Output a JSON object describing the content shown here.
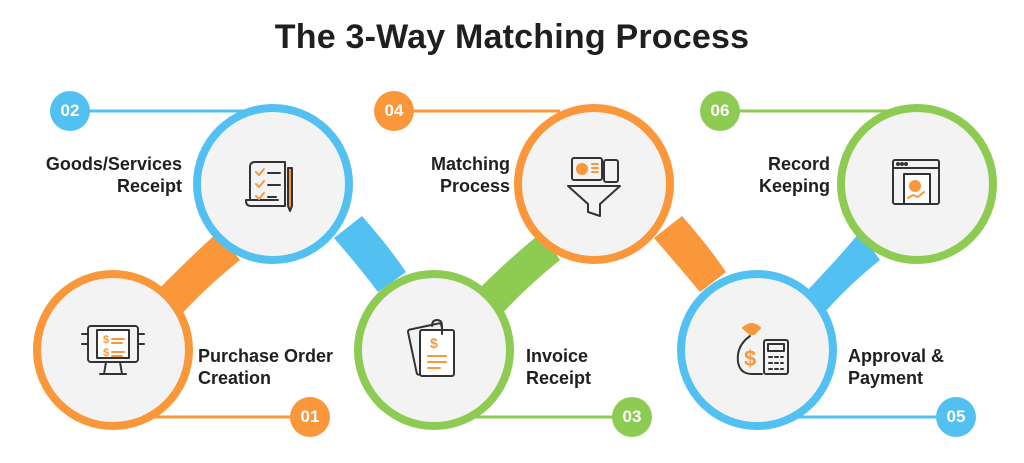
{
  "title": "The 3-Way Matching Process",
  "colors": {
    "orange": "#FA973B",
    "blue": "#52C1F2",
    "green": "#8DCB52",
    "circle_fill": "#F3F3F3",
    "text": "#1F1F1F"
  },
  "steps": [
    {
      "number": "01",
      "line1": "Purchase Order",
      "line2": "Creation",
      "color": "orange",
      "icon": "monitor-dollar-icon"
    },
    {
      "number": "02",
      "line1": "Goods/Services",
      "line2": "Receipt",
      "color": "blue",
      "icon": "checklist-scroll-icon"
    },
    {
      "number": "03",
      "line1": "Invoice",
      "line2": "Receipt",
      "color": "green",
      "icon": "invoice-document-icon"
    },
    {
      "number": "04",
      "line1": "Matching",
      "line2": "Process",
      "color": "orange",
      "icon": "funnel-documents-icon"
    },
    {
      "number": "05",
      "line1": "Approval &",
      "line2": "Payment",
      "color": "blue",
      "icon": "money-bag-calculator-icon"
    },
    {
      "number": "06",
      "line1": "Record",
      "line2": "Keeping",
      "color": "green",
      "icon": "browser-report-icon"
    }
  ]
}
